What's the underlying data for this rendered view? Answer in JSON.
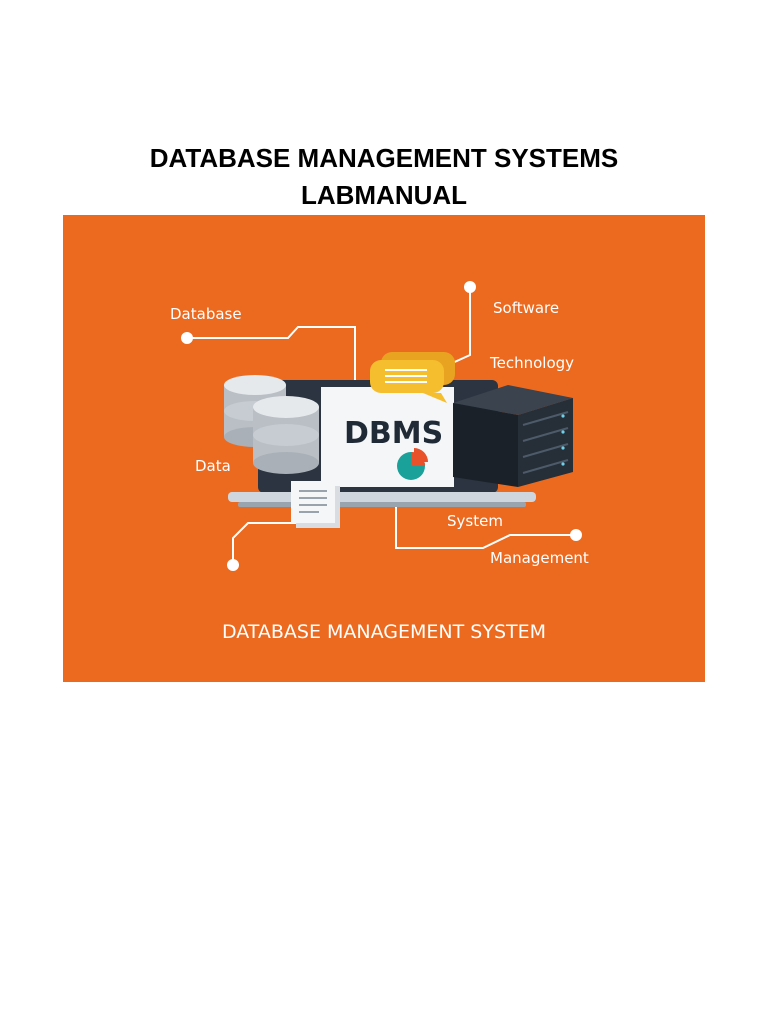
{
  "document": {
    "title_line1": "DATABASE MANAGEMENT SYSTEMS",
    "title_line2": "LABMANUAL"
  },
  "illustration": {
    "background_color": "#ec6a1f",
    "labels": {
      "database": "Database",
      "software": "Software",
      "technology": "Technology",
      "data": "Data",
      "system": "System",
      "management": "Management"
    },
    "screen_text": "DBMS",
    "footer_text": "DATABASE MANAGEMENT SYSTEM",
    "icons": [
      "database-cylinders-icon",
      "server-rack-icon",
      "chat-bubble-icon",
      "document-icon",
      "pie-chart-icon",
      "laptop-icon"
    ]
  }
}
